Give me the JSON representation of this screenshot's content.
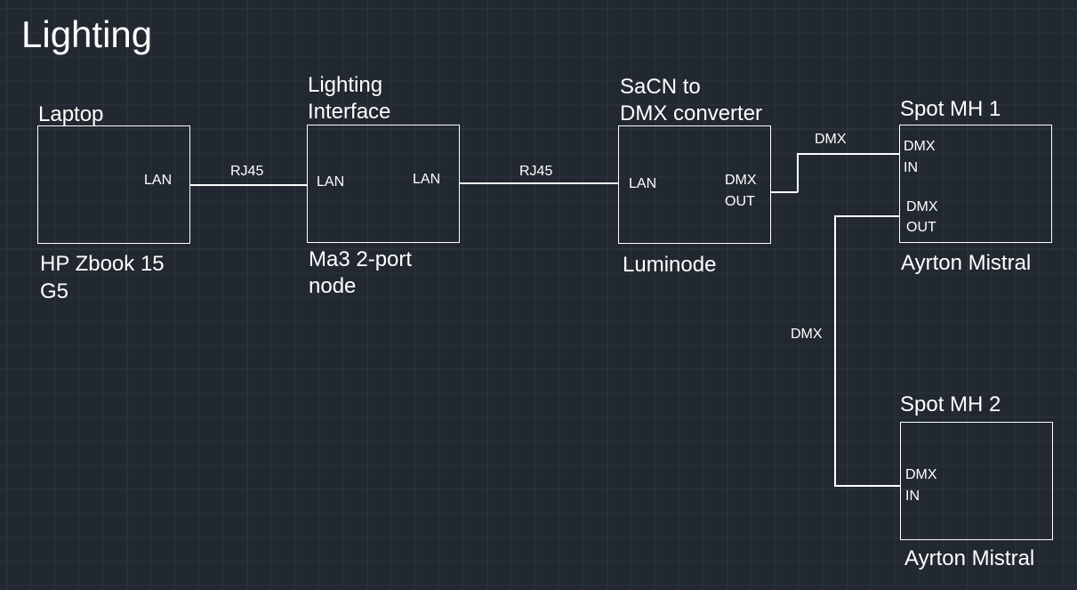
{
  "title": "Lighting",
  "colors": {
    "background": "#212830",
    "grid_minor": "#2b323b",
    "grid_major": "#323a44",
    "line": "#ffffff",
    "text": "#ffffff"
  },
  "nodes": {
    "laptop": {
      "top_label": "Laptop",
      "port": "LAN",
      "bottom_label_1": "HP Zbook 15",
      "bottom_label_2": "G5"
    },
    "interface": {
      "top_label_1": "Lighting",
      "top_label_2": "Interface",
      "port_left": "LAN",
      "port_right": "LAN",
      "bottom_label_1": "Ma3 2-port",
      "bottom_label_2": "node"
    },
    "converter": {
      "top_label_1": "SaCN to",
      "top_label_2": "DMX converter",
      "port_in": "LAN",
      "port_out_1": "DMX",
      "port_out_2": "OUT",
      "bottom_label": "Luminode"
    },
    "spot1": {
      "top_label": "Spot MH 1",
      "in_1": "DMX",
      "in_2": "IN",
      "out_1": "DMX",
      "out_2": "OUT",
      "bottom_label": "Ayrton Mistral"
    },
    "spot2": {
      "top_label": "Spot MH 2",
      "in_1": "DMX",
      "in_2": "IN",
      "bottom_label": "Ayrton Mistral"
    }
  },
  "connections": {
    "laptop_to_interface": "RJ45",
    "interface_to_converter": "RJ45",
    "converter_to_spot1": "DMX",
    "spot1_to_spot2": "DMX"
  }
}
